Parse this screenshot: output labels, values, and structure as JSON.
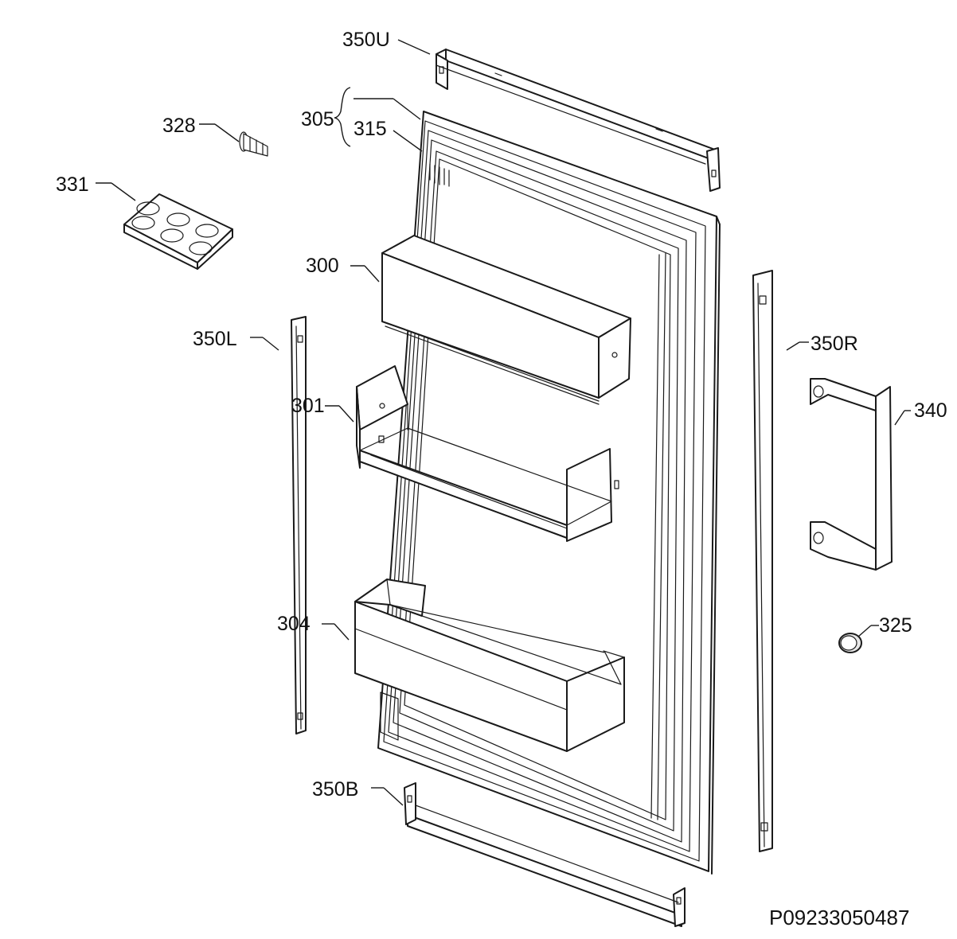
{
  "diagram": {
    "callouts": {
      "c350U": "350U",
      "c305": "305",
      "c315": "315",
      "c328": "328",
      "c331": "331",
      "c300": "300",
      "c350L": "350L",
      "c350R": "350R",
      "c301": "301",
      "c340": "340",
      "c304": "304",
      "c325": "325",
      "c350B": "350B"
    },
    "drawing_code": "P09233050487"
  }
}
